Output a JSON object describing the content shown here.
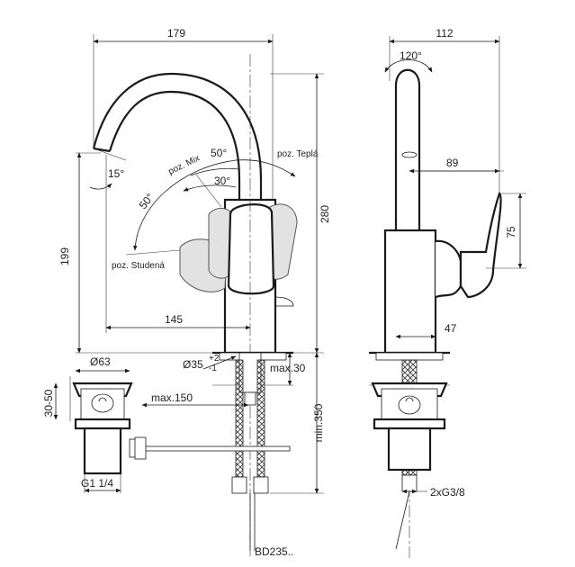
{
  "product_code": "BD235..",
  "front_view": {
    "width_spout": "179",
    "height_total": "280",
    "height_spout_outlet": "199",
    "spout_reach": "145",
    "angle_spout": "15°",
    "angle_mix_left": "50°",
    "angle_mix_right": "50°",
    "angle_mix_inner": "30°",
    "pos_mix": "poz. Mix",
    "pos_warm": "poz. Teplá",
    "pos_cold": "poz. Studená",
    "hole_diameter": "Ø35",
    "hole_tol_upper": "+2",
    "hole_tol_lower": "-1",
    "max_deck": "max.30",
    "max_drain": "max.150",
    "min_hose": "min.350"
  },
  "waste": {
    "diameter": "Ø63",
    "height_range": "30-50",
    "thread": "G1 1/4"
  },
  "side_view": {
    "depth": "112",
    "rotation": "120°",
    "spout_depth": "89",
    "lever_height": "75",
    "base_depth": "47",
    "connection": "2xG3/8"
  }
}
